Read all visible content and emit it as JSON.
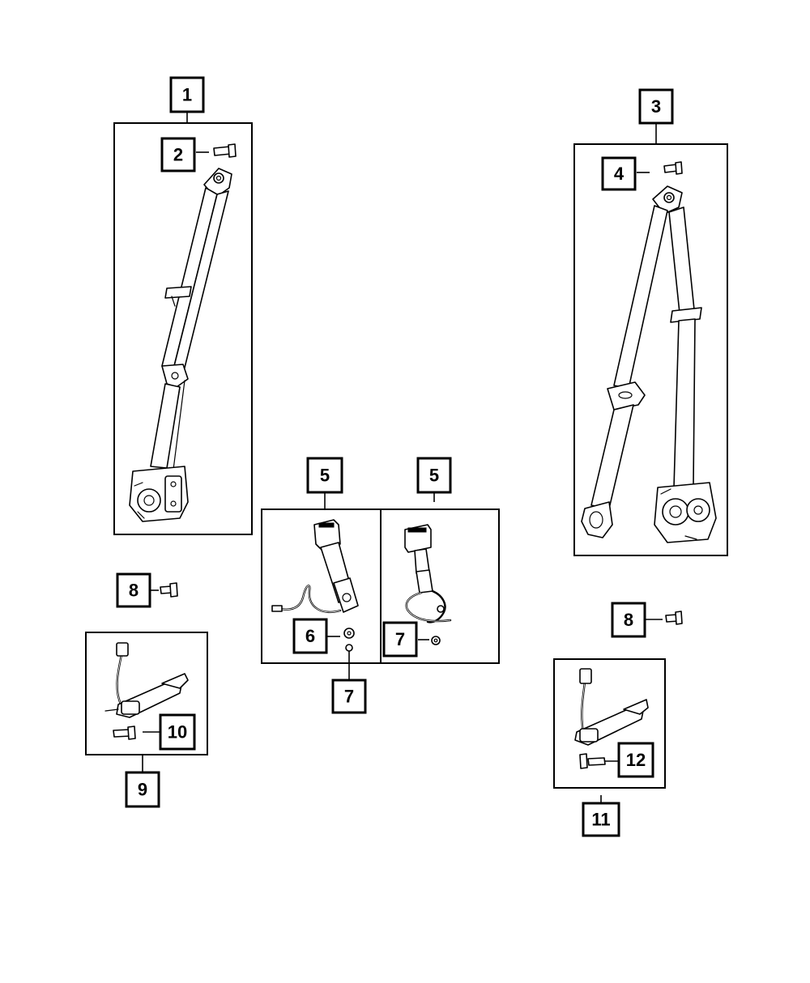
{
  "callouts": {
    "c1": "1",
    "c2": "2",
    "c3": "3",
    "c4": "4",
    "c5a": "5",
    "c5b": "5",
    "c6": "6",
    "c7a": "7",
    "c7b": "7",
    "c8a": "8",
    "c8b": "8",
    "c9": "9",
    "c10": "10",
    "c11": "11",
    "c12": "12"
  },
  "colors": {
    "line": "#000000",
    "background": "#ffffff"
  }
}
